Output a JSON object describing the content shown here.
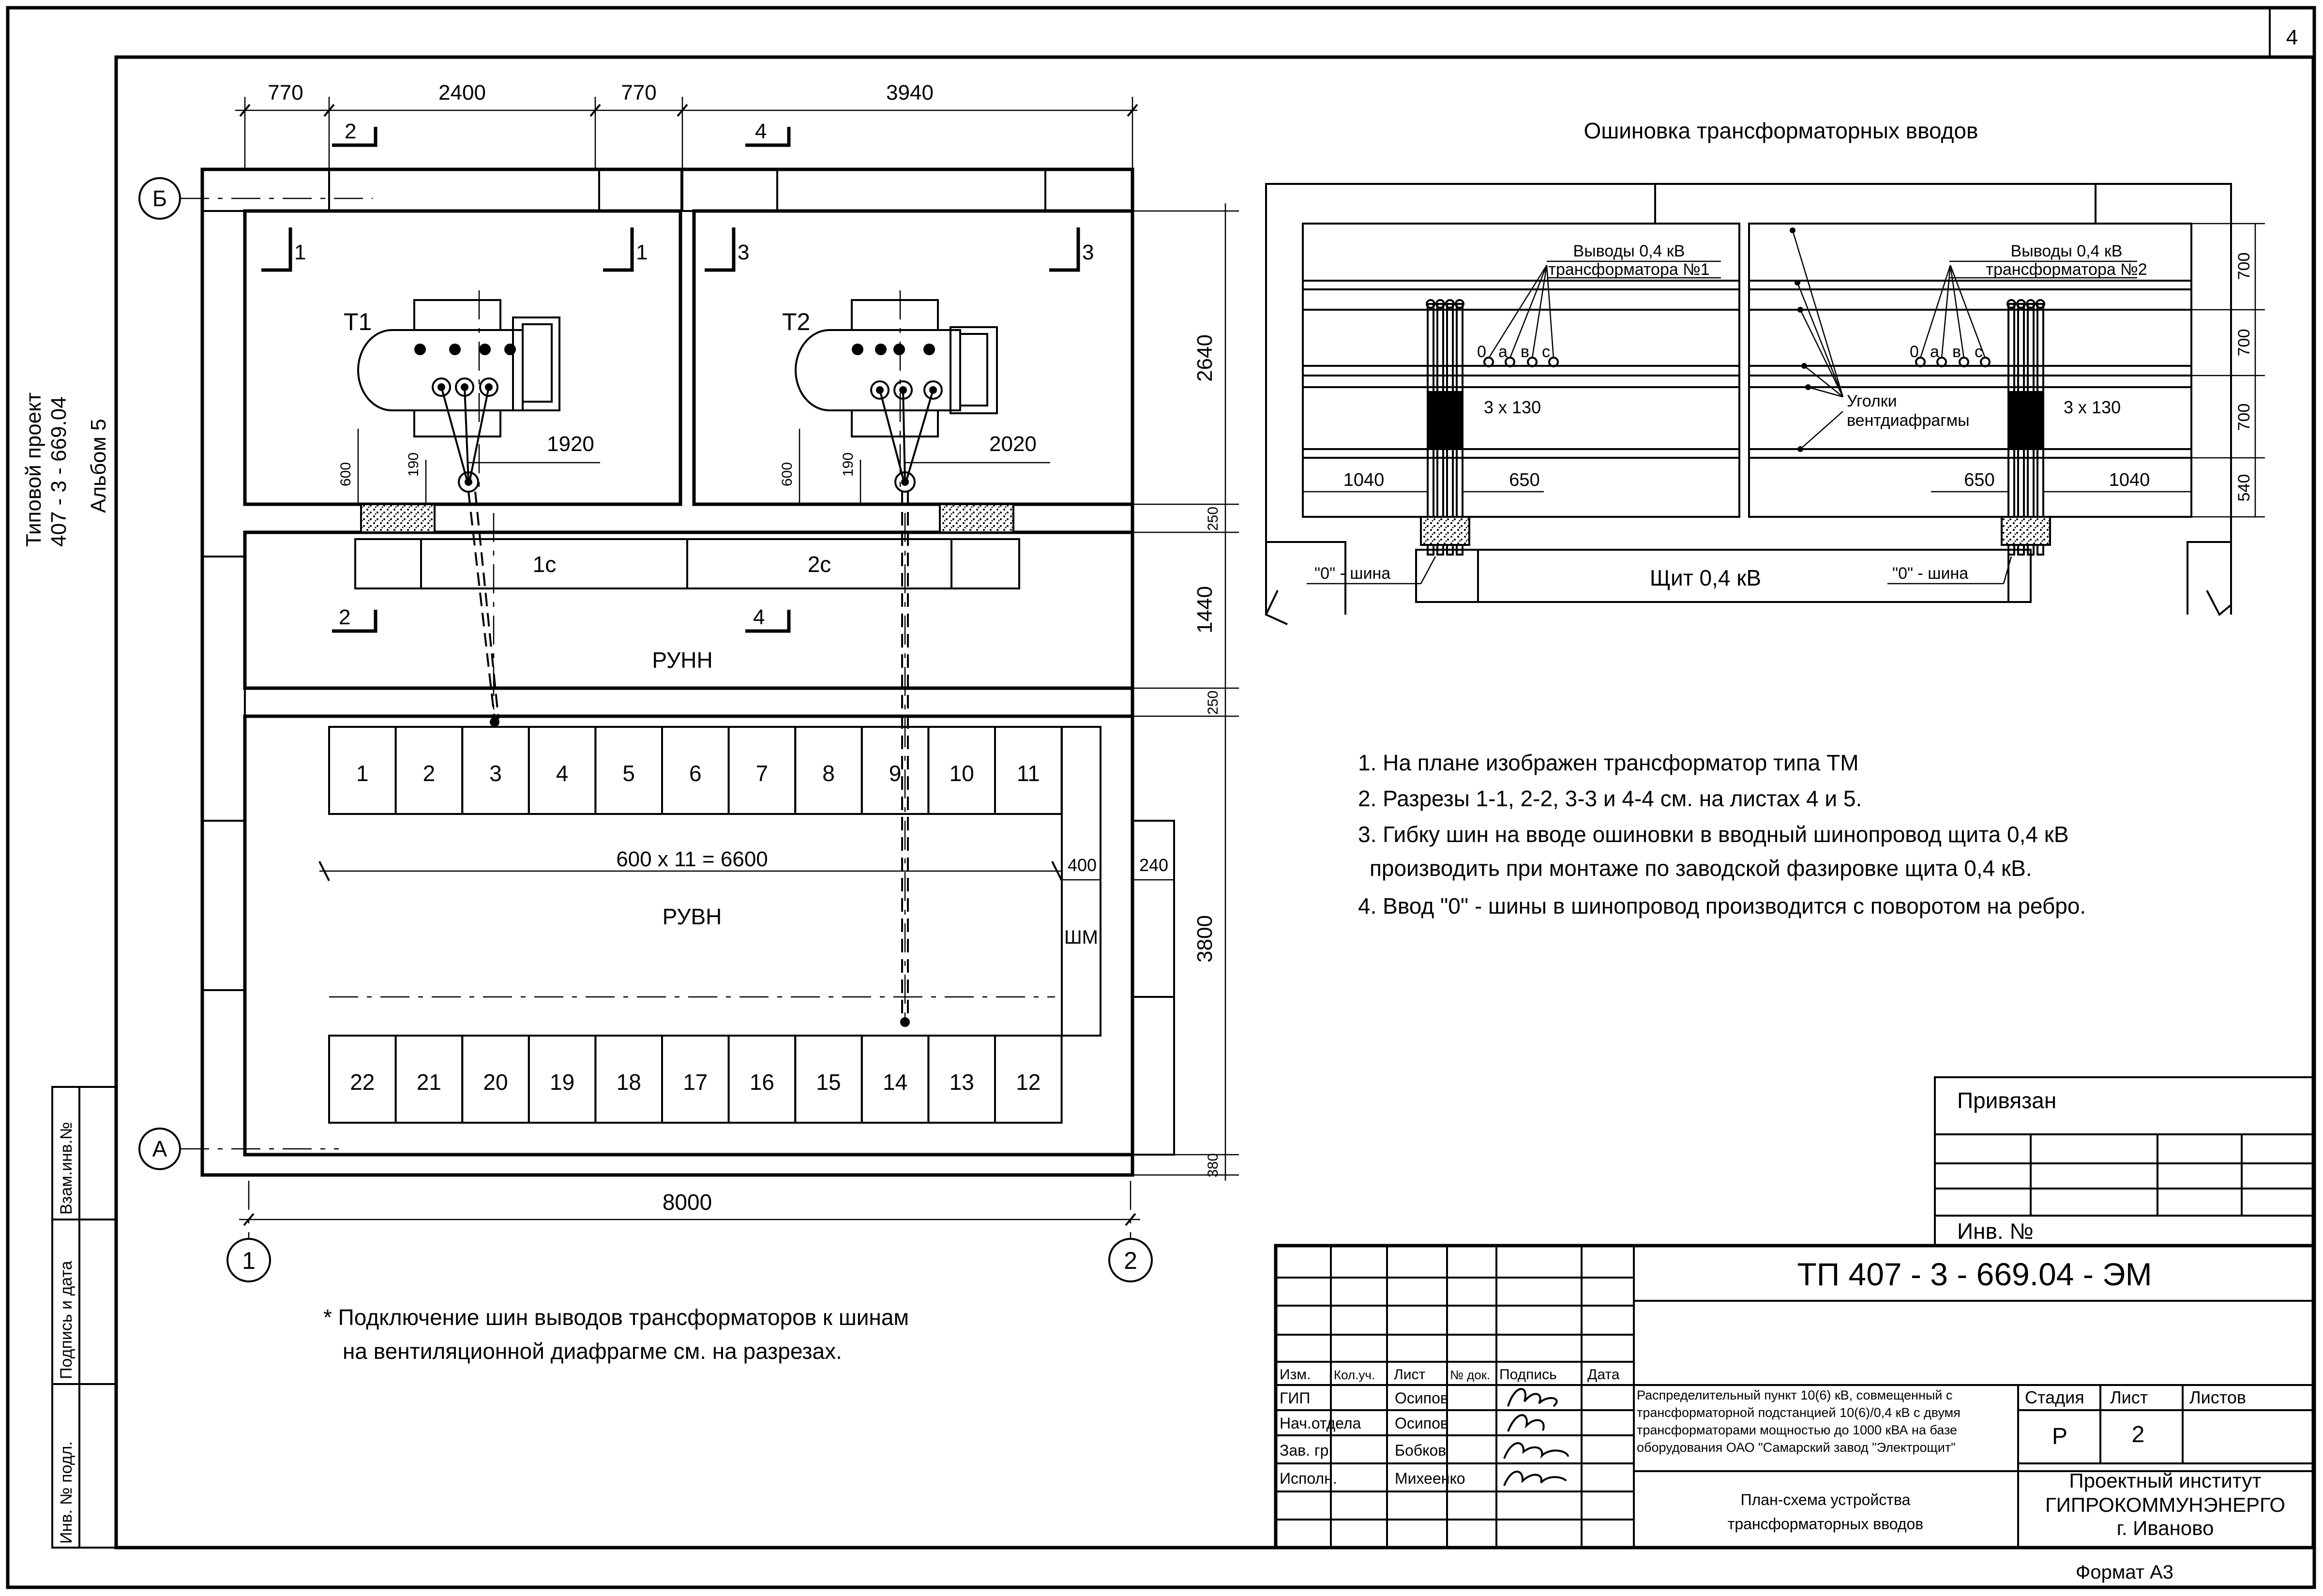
{
  "sheet_number": "4",
  "side_stamp": {
    "project_line1": "Типовой проект",
    "project_line2": "407 - 3 -  669.04",
    "album": "Альбом 5",
    "vzam": "Взам.инв.№",
    "podpis": "Подпись и дата",
    "inv": "Инв. № подл."
  },
  "plan": {
    "dims_top": [
      "770",
      "2400",
      "770",
      "3940"
    ],
    "dim_total": "8000",
    "dims_right": [
      "2640",
      "250",
      "1440",
      "250",
      "3800",
      "380"
    ],
    "axis_b": "Б",
    "axis_a": "А",
    "axis_1": "1",
    "axis_2": "2",
    "section_marks": [
      "2",
      "4",
      "1",
      "1",
      "3",
      "3",
      "2",
      "4"
    ],
    "t1": "Т1",
    "t2": "Т2",
    "dim_1920": "1920",
    "dim_2020": "2020",
    "dim_600": "600",
    "dim_190": "190",
    "panel_1c": "1с",
    "panel_2c": "2с",
    "runn": "РУНН",
    "ruvn": "РУВН",
    "shm": "ШМ",
    "dim_cells": "600 x 11 = 6600",
    "dim_400": "400",
    "dim_240": "240",
    "cells_top": [
      "1",
      "2",
      "3",
      "4",
      "5",
      "6",
      "7",
      "8",
      "9",
      "10",
      "11"
    ],
    "cells_bottom": [
      "22",
      "21",
      "20",
      "19",
      "18",
      "17",
      "16",
      "15",
      "14",
      "13",
      "12"
    ]
  },
  "footnote": {
    "line1": "* Подключение шин выводов трансформаторов к шинам",
    "line2": "на вентиляционной диафрагме см. на разрезах."
  },
  "detail": {
    "title": "Ошиновка трансформаторных вводов",
    "outputs_1_line1": "Выводы 0,4 кВ",
    "outputs_1_line2": "трансформатора №1",
    "outputs_2_line1": "Выводы 0,4 кВ",
    "outputs_2_line2": "трансформатора №2",
    "phases": [
      "0",
      "а",
      "в",
      "с"
    ],
    "bus_size": "3 х 130",
    "angles_line1": "Уголки",
    "angles_line2": "вентдиафрагмы",
    "dim_1040": "1040",
    "dim_650": "650",
    "dims_right": [
      "700",
      "700",
      "700",
      "540"
    ],
    "zero_bus": "\"0\" - шина",
    "panel": "Щит 0,4 кВ"
  },
  "notes": [
    "1. На плане изображен трансформатор типа ТМ",
    "2. Разрезы 1-1, 2-2, 3-3 и 4-4 см. на листах 4 и 5.",
    "3. Гибку шин на вводе ошиновки в вводный шинопровод щита 0,4 кВ",
    "  производить при монтаже по заводской фазировке щита 0,4 кВ.",
    "4. Ввод \"0\" - шины в шинопровод производится с поворотом на ребро."
  ],
  "bound_box": {
    "title": "Привязан",
    "inv": "Инв. №"
  },
  "title_block": {
    "code": "ТП  407 - 3 - 669.04 - ЭМ",
    "headers": [
      "Изм.",
      "Кол.уч.",
      "Лист",
      "№ док.",
      "Подпись",
      "Дата"
    ],
    "roles": [
      "ГИП",
      "Нач.отдела",
      "Зав. гр.",
      "Исполн."
    ],
    "names": [
      "Осипов",
      "Осипов",
      "Бобков",
      "Михеенко"
    ],
    "description": [
      "Распределительный пункт 10(6) кВ, совмещенный с",
      "трансформаторной подстанцией 10(6)/0,4 кВ с двумя",
      "трансформаторами мощностью до 1000 кВА на базе",
      "оборудования ОАО \"Самарский завод \"Электрощит\""
    ],
    "drawing_line1": "План-схема устройства",
    "drawing_line2": "трансформаторных вводов",
    "stage_label": "Стадия",
    "sheet_label": "Лист",
    "sheets_label": "Листов",
    "stage": "Р",
    "sheet": "2",
    "org_line1": "Проектный институт",
    "org_line2": "ГИПРОКОММУНЭНЕРГО",
    "org_line3": "г. Иваново"
  },
  "format": "Формат А3"
}
